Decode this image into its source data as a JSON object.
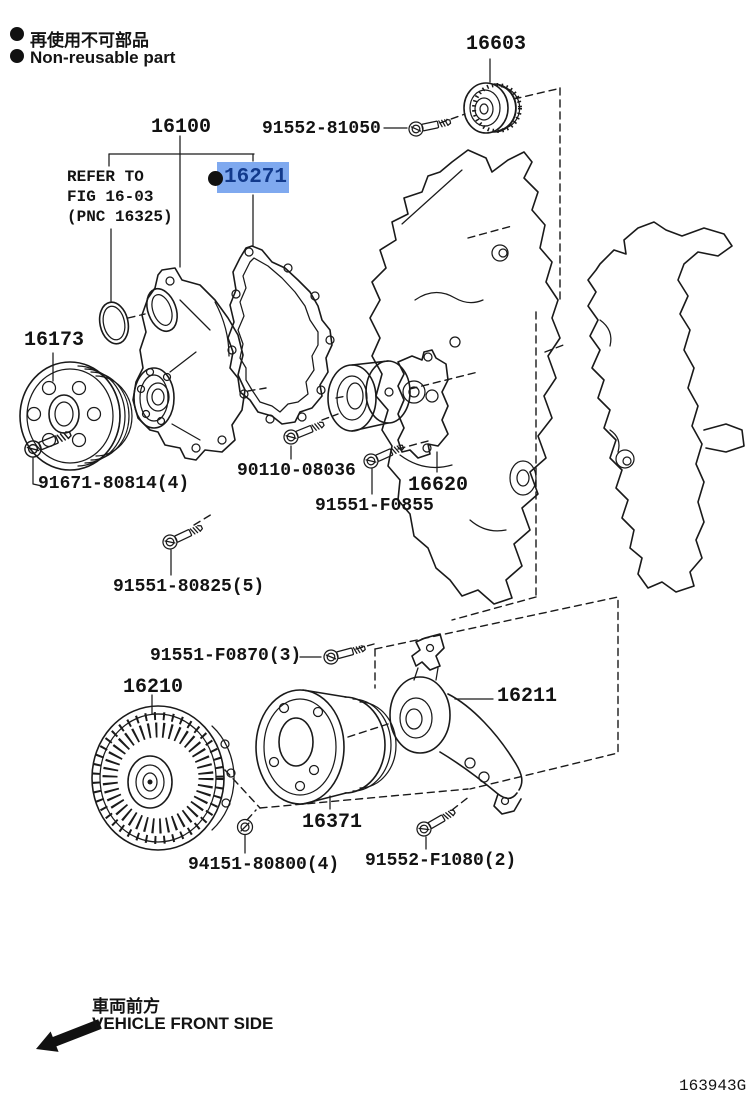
{
  "legend": {
    "jp": "再使用不可部品",
    "en": "Non-reusable part"
  },
  "parts": {
    "p16603": "16603",
    "p91552_81050": "91552-81050",
    "p16100": "16100",
    "p16271": "16271",
    "p16173": "16173",
    "p91671_80814": "91671-80814(4)",
    "p90110_08036": "90110-08036",
    "p16620": "16620",
    "p91551_F0855": "91551-F0855",
    "p91551_80825": "91551-80825(5)",
    "p91551_F0870": "91551-F0870(3)",
    "p16210": "16210",
    "p16211": "16211",
    "p16371": "16371",
    "p94151_80800": "94151-80800(4)",
    "p91552_F1080": "91552-F1080(2)"
  },
  "refer_note": {
    "line1": "REFER TO",
    "line2": "FIG 16-03",
    "line3": "(PNC 16325)"
  },
  "highlight": {
    "part": "16271",
    "bg_color": "#7fa9ef",
    "text_color": "#123a8c"
  },
  "front_side": {
    "jp": "車両前方",
    "en": "VEHICLE FRONT SIDE"
  },
  "figure_code": "163943G",
  "colors": {
    "line": "#1a1a1a",
    "background": "#ffffff"
  }
}
